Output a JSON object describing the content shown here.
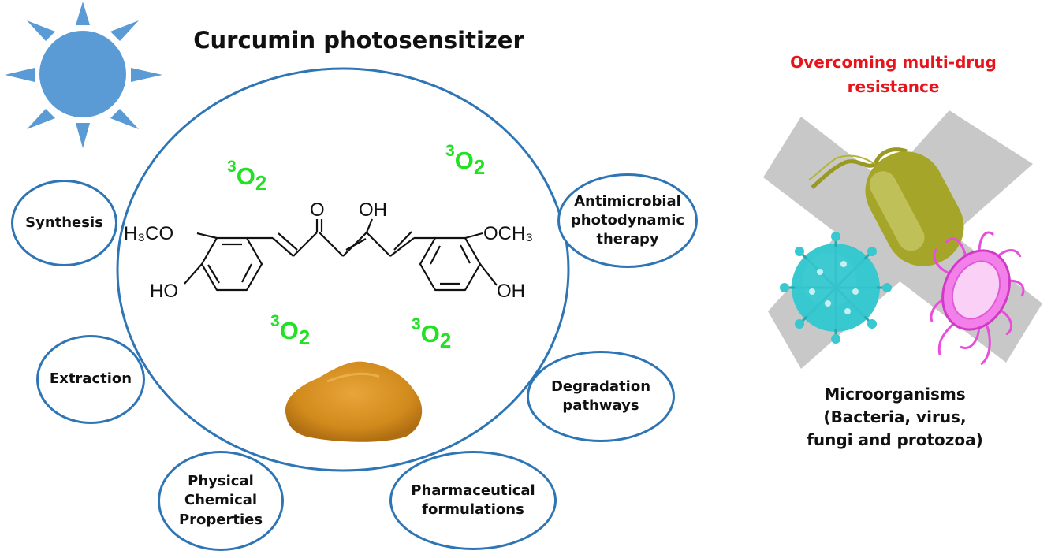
{
  "title": "Curcumin photosensitizer",
  "singlet_oxygen": {
    "superscript": "3",
    "formula": "O",
    "subscript": "2"
  },
  "chemistry": {
    "methoxy_left": "H₃CO",
    "hydroxy_left": "HO",
    "carbonyl": "O",
    "enol": "OH",
    "methoxy_right": "OCH₃",
    "hydroxy_right": "OH"
  },
  "bubbles": {
    "synthesis": "Synthesis",
    "extraction": "Extraction",
    "physical_line1": "Physical",
    "physical_line2": "Chemical",
    "physical_line3": "Properties",
    "antimicrobial_line1": "Antimicrobial",
    "antimicrobial_line2": "photodynamic",
    "antimicrobial_line3": "therapy",
    "degradation_line1": "Degradation",
    "degradation_line2": "pathways",
    "pharma_line1": "Pharmaceutical",
    "pharma_line2": "formulations"
  },
  "resistance": {
    "line1": "Overcoming multi-drug",
    "line2": "resistance"
  },
  "microorganisms": {
    "line1": "Microorganisms",
    "line2": "(Bacteria, virus,",
    "line3": "fungi and protozoa)"
  },
  "colors": {
    "circle": "#2e75b6",
    "sun": "#5b9bd5",
    "oxygen": "#22e022",
    "warning": "#e8141b",
    "cross": "#c8c8c8",
    "powder": "#d18a1c"
  }
}
